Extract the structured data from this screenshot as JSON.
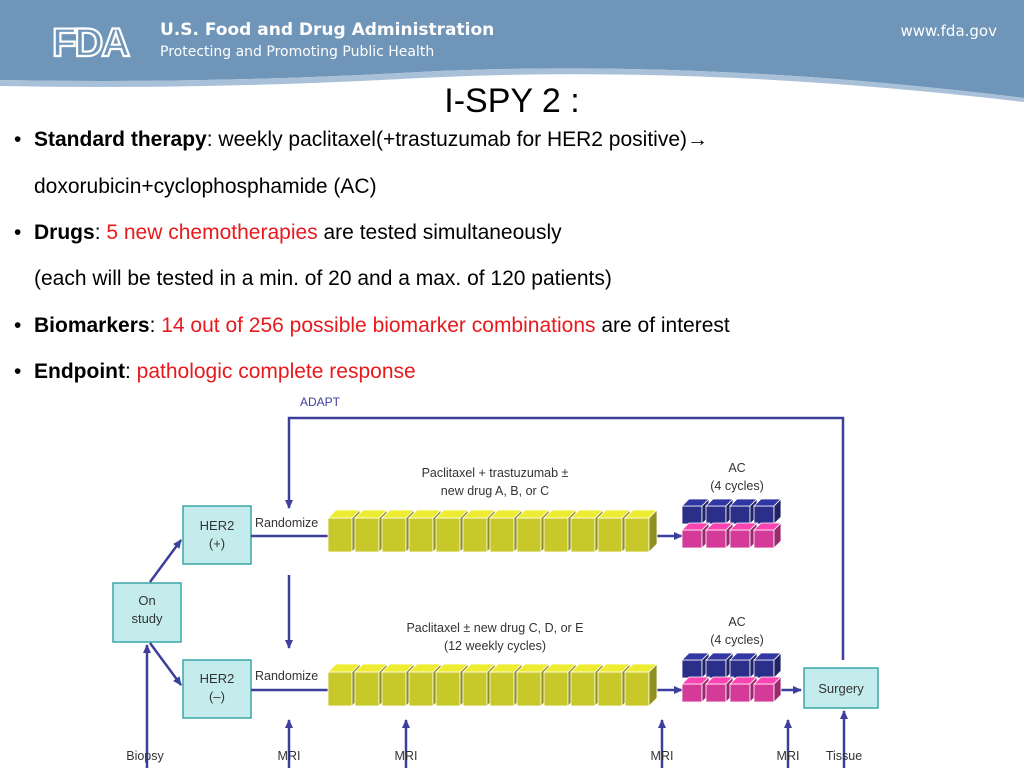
{
  "header": {
    "logo_text": "FDA",
    "agency_name": "U.S. Food and Drug Administration",
    "tagline": "Protecting and Promoting Public Health",
    "website": "www.fda.gov"
  },
  "slide": {
    "title": "I-SPY 2 :",
    "bullets": {
      "standard": {
        "label": "Standard therapy",
        "sep": ":",
        "text": " weekly paclitaxel(+trastuzumab for HER2 positive)",
        "arrow": "→",
        "cont": "doxorubicin+cyclophosphamide  (AC)"
      },
      "drugs": {
        "label": "Drugs",
        "sep": ":",
        "red": " 5 new chemotherapies",
        "text": " are tested simultaneously",
        "cont": "(each will be tested in a min. of 20 and a max. of 120 patients)"
      },
      "biomarkers": {
        "label": "Biomarkers",
        "sep": ":",
        "red": " 14 out of 256 possible biomarker combinations",
        "text": " are of interest"
      },
      "endpoint": {
        "label": "Endpoint",
        "sep": ":",
        "red": " pathologic complete response"
      }
    }
  },
  "diagram": {
    "adapt": "ADAPT",
    "on_study": [
      "On",
      "study"
    ],
    "her2_pos": [
      "HER2",
      "(+)"
    ],
    "her2_neg": [
      "HER2",
      "(–)"
    ],
    "randomize": "Randomize",
    "upper_arm": [
      "Paclitaxel + trastuzumab ±",
      "new drug A, B, or C"
    ],
    "lower_arm": [
      "Paclitaxel ± new drug C, D, or E",
      "(12 weekly cycles)"
    ],
    "ac_label": [
      "AC",
      "(4 cycles)"
    ],
    "surgery": "Surgery",
    "bottom": {
      "biopsy": "Biopsy",
      "mri": "MRI",
      "tissue": "Tissue"
    },
    "colors": {
      "header_blue": "#6f95b8",
      "box_fill": "#c5ecec",
      "box_border": "#3aa7a7",
      "arrow": "#3d3f9c",
      "drug_block": "#c9c82a",
      "ac_blue": "#2b2f8a",
      "ac_magenta": "#d43a97",
      "bullet_red": "#e8191c"
    }
  }
}
